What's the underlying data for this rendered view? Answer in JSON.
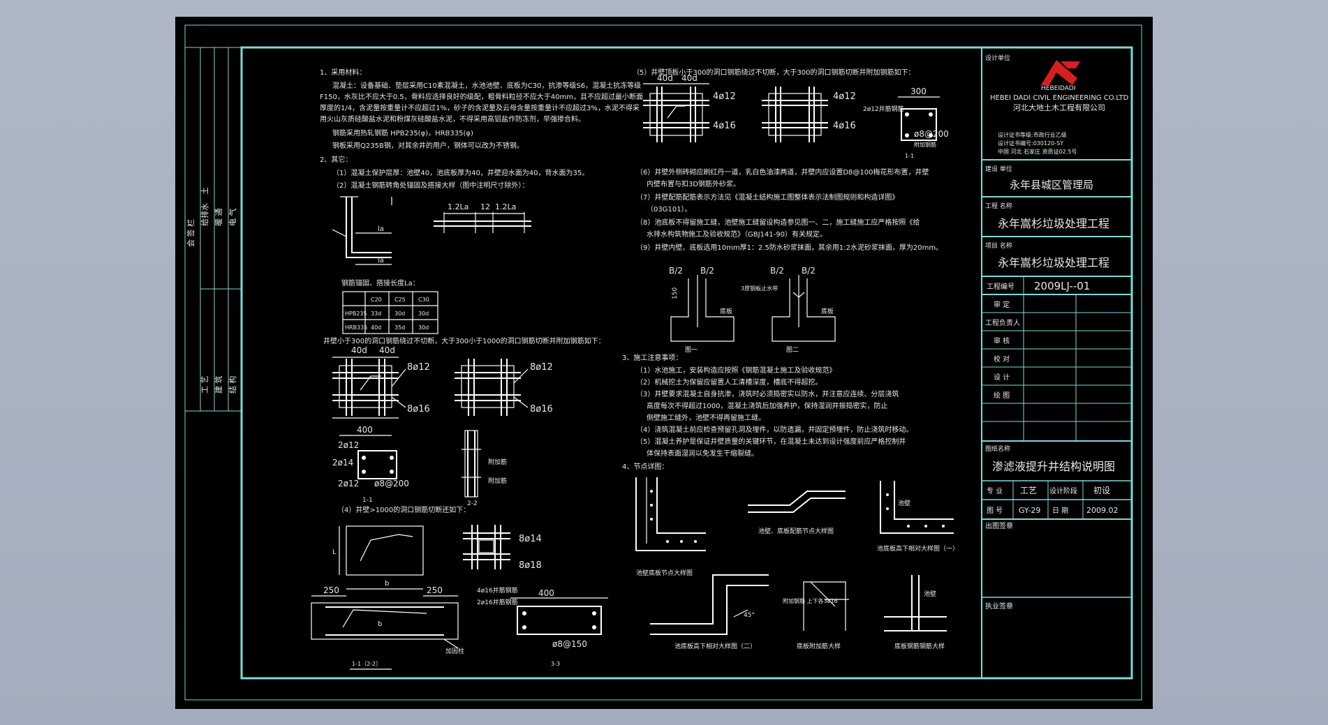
{
  "colors": {
    "frame": "#7fd9d9",
    "paper": "#000000",
    "line": "#ffffff",
    "text": "#e8e8e8",
    "logo": "#d62020",
    "background": "#a8b2c1"
  },
  "left_strip": {
    "top_text": [
      "会 签 栏",
      "土",
      "给排水",
      "暖 通",
      "电 气"
    ],
    "bottom_text": [
      "工 艺",
      "建 筑",
      "结 构"
    ]
  },
  "notes_left": [
    "1、采用材料：",
    "混凝土：设备基础、垫层采用C10素混凝土，水池池壁、底板为C30，抗渗等级S6，混凝土抗冻等级",
    "F150，水灰比不应大于0.5，骨料应选择良好的级配，粗骨料粒径不应大于40mm，且不应超过最小断面",
    "厚度的1/4，含泥量按重量计不应超过1%，砂子的含泥量及云母含量按重量计不应超过3%，水泥不得采",
    "用火山灰质硅酸盐水泥和粉煤灰硅酸盐水泥，不得采用高铝盐作防冻剂，早强掺合料。",
    "钢筋采用热轧钢筋 HPB235(φ)，HRB335(φ)",
    "钢板采用Q235B钢，对其余井的用户，钢体可以改为不锈钢。",
    "2、其它：",
    "（1）混凝土保护层厚：池壁40，池底板厚为40，井壁迎水面为40，背水面为35。",
    "（2）混凝土钢筋转角处锚固及搭接大样（图中注明尺寸除外）："
  ],
  "lap_table": {
    "caption": "钢筋锚固、搭接长度La：",
    "header": [
      "",
      "C20",
      "C25",
      "C30"
    ],
    "rows": [
      [
        "HPB235",
        "33d",
        "30d",
        "30d"
      ],
      [
        "HRB335",
        "40d",
        "35d",
        "30d"
      ]
    ]
  },
  "note_openings": "井壁小于300的洞口钢筋绕过不切断，大于300小于1000的洞口钢筋切断并附加钢筋如下：",
  "note_large_openings": "（4）井壁>1000的洞口钢筋切断还如下：",
  "notes_right_top": "（5）井壁顶板小于300的洞口钢筋绕过不切断，大于300的洞口钢筋切断并附加钢筋如下：",
  "notes_right": [
    "（6）井壁外侧砖砌应刷红丹一道，乳白色油漆两道，井壁内应设置D8@100梅花形布置，井壁",
    "内壁布置与扣3D钢筋外砂浆。",
    "（7）井壁配筋配筋表示方法见《混凝土结构施工图整体表示法制图规则和构造详图》",
    "（03G101）。",
    "（8）池底板不得留施工缝，池壁施工缝留设构造参见图一、二，施工缝施工应严格按照《给",
    "水排水构筑物施工及验收规范》（GBJ141-90）有关规定。",
    "（9）井壁内壁、底板选用10mm厚1：2.5防水砂浆抹面，其余用1:2水泥砂浆抹面，厚为20mm。"
  ],
  "notes_construction": [
    "3、施工注意事项：",
    "（1）水池施工，安装构造应按照《钢筋混凝土施工及验收规范》",
    "（2）机械挖土为保留应留置人工清槽深度，槽底不得超挖。",
    "（3）井壁要求混凝土自身抗渗，浇筑时必须捣密实以防水，并注意应连续、分层浇筑",
    "高度每次不得超过1000，混凝土浇筑后加强养护，保持湿润并振捣密实，防止",
    "侧壁施工缝外，池壁不得再留施工缝。",
    "（4）浇筑混凝土前应检查预留孔洞及埋件，以防遗漏，并固定预埋件，防止浇筑时移动。",
    "（5）混凝土养护是保证井壁质量的关键环节，在混凝土未达到设计强度前应严格控制并",
    "体保持表面湿润以免发生干缩裂缝。",
    "4、节点详图："
  ],
  "drawing_labels": {
    "dim_40d_a": "40d",
    "dim_40d_b": "40d",
    "bar_8012": "8ø12",
    "bar_8016": "8ø16",
    "dim_400": "400",
    "bar_2012": "2ø12",
    "bar_2014": "2ø14",
    "bar_2012b": "2ø12",
    "stirrup": "ø8@200",
    "sec_1": "1-1",
    "sec_2": "2-2",
    "add_bar": "附加筋",
    "add_bar2": "附加筋",
    "bar_8014": "8ø14",
    "bar_8018": "8ø18",
    "dim_250a": "250",
    "dim_250b": "250",
    "dim_400b": "400",
    "bar_4016": "4ø16并筋钢筋",
    "bar_2016": "2ø16并筋钢筋",
    "stirrup2": "ø8@150",
    "add_col": "加固柱",
    "sec_11_22": "1-1（2-2）",
    "sec_33": "3-3",
    "lap_12La_a": "1.2La",
    "lap_12": "12",
    "lap_12La_b": "1.2La",
    "anchor_la": "la",
    "r_40d_a": "40d",
    "r_40d_b": "40d",
    "r_4012": "4ø12",
    "r_4016": "4ø16",
    "r_4012b": "4ø12",
    "r_4016b": "4ø16",
    "r_300": "300",
    "r_2012": "2ø12并筋钢筋",
    "r_stirrup": "ø8@200",
    "r_sec": "1-1",
    "r_fill": "附加钢筋",
    "b2a": "B/2",
    "b2b": "B/2",
    "b2c": "B/2",
    "b2d": "B/2",
    "fig1": "图一",
    "fig2": "图二",
    "waterstop": "3厚钢板止水带",
    "dim_150": "150",
    "slab": "底板",
    "slab2": "底板",
    "d1": "池壁底板节点大样图",
    "d2": "池壁、底板配筋节点大样图",
    "d3": "池底板高下相对大样图（一）",
    "d4": "池底板高下相对大样图（二）",
    "d5": "底板附加筋大样",
    "d6": "底板钢筋钢筋大样",
    "d_extra": "附加钢筋 上下各3ø16",
    "d_wall": "池壁",
    "d_wall2": "池壁",
    "d_45": "45°"
  },
  "title_block": {
    "design_unit_label": "设计单位",
    "company_abbr": "HEBEIDADI",
    "company_en": "HEBEI DADI CIVIL ENGINEERING CO.LTD",
    "company_cn": "河北大地土木工程有限公司",
    "cert_lines": [
      "设计证书等级:市政行业乙级",
      "设计证书编号:030120-SY",
      "中国 河北 石家庄 资质证02.5号"
    ],
    "client_label": "建设 单位",
    "client": "永年县城区管理局",
    "project_label": "工程 名称",
    "project": "永年嵩杉垃圾处理工程",
    "item_label": "项目 名称",
    "item": "永年嵩杉垃圾处理工程",
    "code_label": "工程编号",
    "code": "2009LJ--01",
    "roles": [
      "审 定",
      "工程负责人",
      "审 核",
      "校 对",
      "设 计",
      "绘 图"
    ],
    "drawing_name_label": "图纸名称",
    "drawing_name": "渗滤液提升井结构说明图",
    "discipline_label": "专 业",
    "discipline": "工艺",
    "phase_label": "设计阶段",
    "phase": "初设",
    "number_label": "图 号",
    "number": "GY-29",
    "date_label": "日 期",
    "date": "2009.02",
    "issue_label": "出图签章",
    "practice_label": "执业签章"
  }
}
